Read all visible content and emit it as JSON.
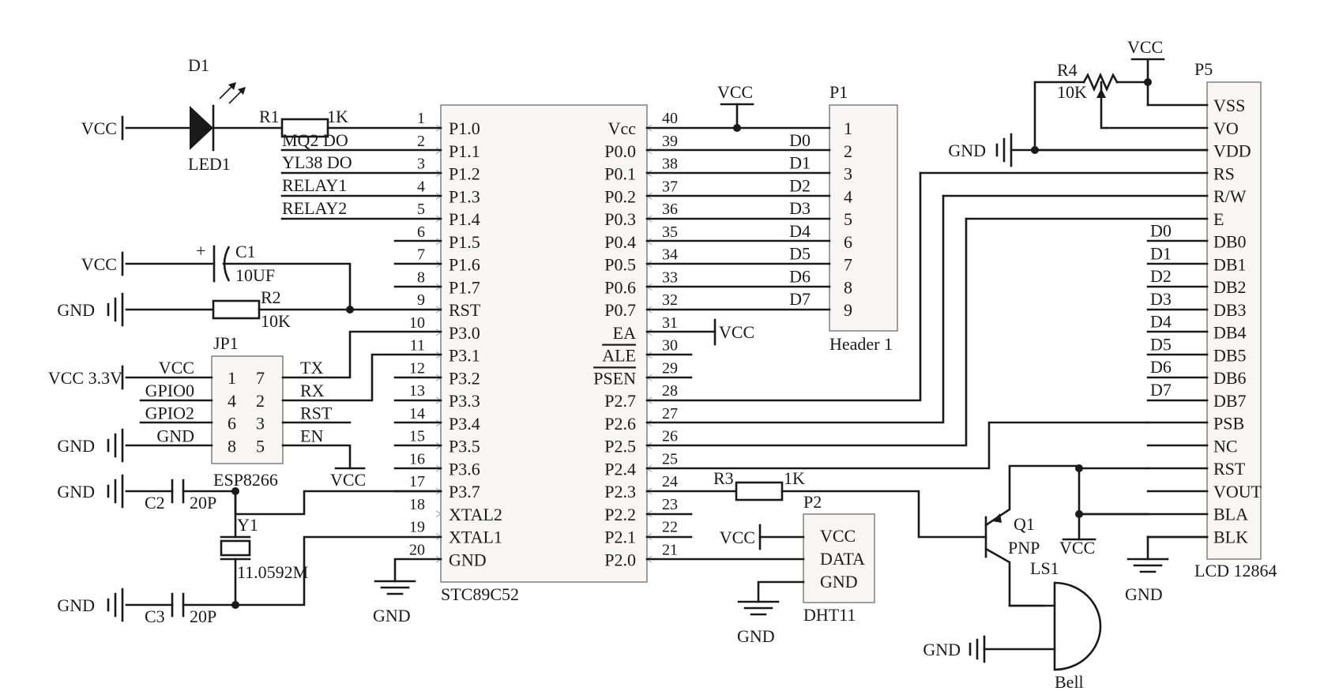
{
  "mcu": {
    "name": "STC89C52",
    "left_pins": [
      {
        "num": "1",
        "name": "P1.0"
      },
      {
        "num": "2",
        "name": "P1.1"
      },
      {
        "num": "3",
        "name": "P1.2"
      },
      {
        "num": "4",
        "name": "P1.3"
      },
      {
        "num": "5",
        "name": "P1.4"
      },
      {
        "num": "6",
        "name": "P1.5"
      },
      {
        "num": "7",
        "name": "P1.6"
      },
      {
        "num": "8",
        "name": "P1.7"
      },
      {
        "num": "9",
        "name": "RST"
      },
      {
        "num": "10",
        "name": "P3.0"
      },
      {
        "num": "11",
        "name": "P3.1"
      },
      {
        "num": "12",
        "name": "P3.2"
      },
      {
        "num": "13",
        "name": "P3.3"
      },
      {
        "num": "14",
        "name": "P3.4"
      },
      {
        "num": "15",
        "name": "P3.5"
      },
      {
        "num": "16",
        "name": "P3.6"
      },
      {
        "num": "17",
        "name": "P3.7"
      },
      {
        "num": "18",
        "name": "XTAL2"
      },
      {
        "num": "19",
        "name": "XTAL1"
      },
      {
        "num": "20",
        "name": "GND"
      }
    ],
    "right_pins": [
      {
        "num": "40",
        "name": "Vcc"
      },
      {
        "num": "39",
        "name": "P0.0"
      },
      {
        "num": "38",
        "name": "P0.1"
      },
      {
        "num": "37",
        "name": "P0.2"
      },
      {
        "num": "36",
        "name": "P0.3"
      },
      {
        "num": "35",
        "name": "P0.4"
      },
      {
        "num": "34",
        "name": "P0.5"
      },
      {
        "num": "33",
        "name": "P0.6"
      },
      {
        "num": "32",
        "name": "P0.7"
      },
      {
        "num": "31",
        "name": "EA"
      },
      {
        "num": "30",
        "name": "ALE"
      },
      {
        "num": "29",
        "name": "PSEN"
      },
      {
        "num": "28",
        "name": "P2.7"
      },
      {
        "num": "27",
        "name": "P2.6"
      },
      {
        "num": "26",
        "name": "P2.5"
      },
      {
        "num": "25",
        "name": "P2.4"
      },
      {
        "num": "24",
        "name": "P2.3"
      },
      {
        "num": "23",
        "name": "P2.2"
      },
      {
        "num": "22",
        "name": "P2.1"
      },
      {
        "num": "21",
        "name": "P2.0"
      }
    ]
  },
  "p1_header": {
    "ref": "P1",
    "name": "Header  1",
    "pins": [
      "1",
      "2",
      "3",
      "4",
      "5",
      "6",
      "7",
      "8",
      "9"
    ],
    "nets": [
      "D0",
      "D1",
      "D2",
      "D3",
      "D4",
      "D5",
      "D6",
      "D7"
    ]
  },
  "lcd": {
    "ref": "P5",
    "name": "LCD  12864",
    "pins": [
      "VSS",
      "VO",
      "VDD",
      "RS",
      "R/W",
      "E",
      "DB0",
      "DB1",
      "DB2",
      "DB3",
      "DB4",
      "DB5",
      "DB6",
      "DB7",
      "PSB",
      "NC",
      "RST",
      "VOUT",
      "BLA",
      "BLK"
    ],
    "data_nets": [
      "D0",
      "D1",
      "D2",
      "D3",
      "D4",
      "D5",
      "D6",
      "D7"
    ]
  },
  "esp": {
    "ref": "JP1",
    "name": "ESP8266",
    "left_numbers": [
      "1",
      "4",
      "6",
      "8"
    ],
    "right_numbers": [
      "7",
      "2",
      "3",
      "5"
    ],
    "left_nets": [
      "VCC",
      "GPIO0",
      "GPIO2",
      "GND"
    ],
    "right_nets": [
      "TX",
      "RX",
      "RST",
      "EN"
    ],
    "supply_label": "VCC  3.3V"
  },
  "dht": {
    "ref": "P2",
    "name": "DHT11",
    "pins": [
      "VCC",
      "DATA",
      "GND"
    ]
  },
  "nets_left": {
    "mq2": "MQ2  DO",
    "yl38": "YL38  DO",
    "relay1": "RELAY1",
    "relay2": "RELAY2"
  },
  "parts": {
    "d1": "D1",
    "led1": "LED1",
    "r1": "R1",
    "r1_val": "1K",
    "c1": "C1",
    "c1_val": "10UF",
    "c1_plus": "+",
    "r2": "R2",
    "r2_val": "10K",
    "c2": "C2",
    "c2_val": "20P",
    "c3": "C3",
    "c3_val": "20P",
    "y1": "Y1",
    "y1_val": "11.0592M",
    "r3": "R3",
    "r3_val": "1K",
    "r4": "R4",
    "r4_val": "10K",
    "q1": "Q1",
    "q1_type": "PNP",
    "ls1": "LS1",
    "ls1_name": "Bell"
  },
  "power": {
    "vcc": "VCC",
    "gnd": "GND"
  }
}
